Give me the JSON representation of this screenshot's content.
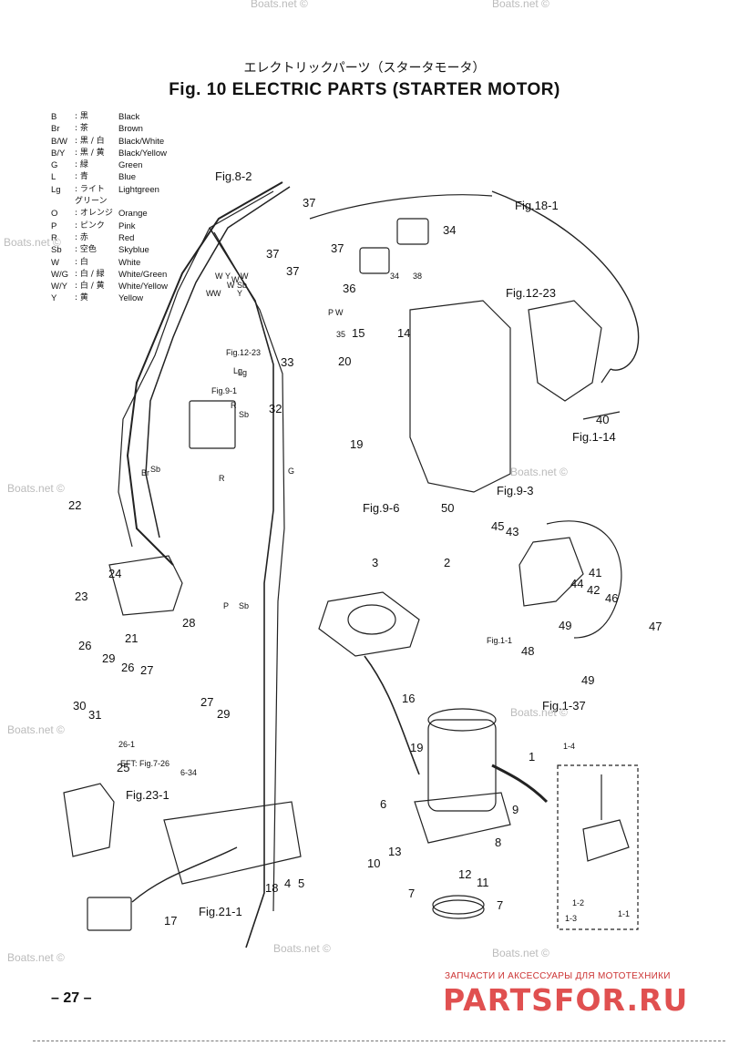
{
  "header": {
    "jp_title": "エレクトリックパーツ（スタータモータ）",
    "title": "Fig. 10    ELECTRIC PARTS   (STARTER MOTOR)"
  },
  "legend": [
    {
      "code": "B",
      "jp": ": 黒",
      "en": "Black"
    },
    {
      "code": "Br",
      "jp": ": 茶",
      "en": "Brown"
    },
    {
      "code": "B/W",
      "jp": ": 黒 / 白",
      "en": "Black/White"
    },
    {
      "code": "B/Y",
      "jp": ": 黒 / 黄",
      "en": "Black/Yellow"
    },
    {
      "code": "G",
      "jp": ": 緑",
      "en": "Green"
    },
    {
      "code": "L",
      "jp": ": 青",
      "en": "Blue"
    },
    {
      "code": "Lg",
      "jp": ": ライト",
      "en": "Lightgreen"
    },
    {
      "code": "",
      "jp": "グリーン",
      "en": ""
    },
    {
      "code": "O",
      "jp": ": オレンジ",
      "en": "Orange"
    },
    {
      "code": "P",
      "jp": ": ピンク",
      "en": "Pink"
    },
    {
      "code": "R",
      "jp": ": 赤",
      "en": "Red"
    },
    {
      "code": "Sb",
      "jp": ": 空色",
      "en": "Skyblue"
    },
    {
      "code": "W",
      "jp": ": 白",
      "en": "White"
    },
    {
      "code": "W/G",
      "jp": ": 白 / 緑",
      "en": "White/Green"
    },
    {
      "code": "W/Y",
      "jp": ": 白 / 黄",
      "en": "White/Yellow"
    },
    {
      "code": "Y",
      "jp": ": 黄",
      "en": "Yellow"
    }
  ],
  "callouts": {
    "fig_8_2": "Fig.8-2",
    "fig_18_1": "Fig.18-1",
    "fig_12_23": "Fig.12-23",
    "fig_12_23_small": "Fig.12-23",
    "fig_9_1": "Fig.9-1",
    "fig_9_6": "Fig.9-6",
    "fig_9_3": "Fig.9-3",
    "fig_1_14": "Fig.1-14",
    "fig_1_1": "Fig.1-1",
    "fig_1_37": "Fig.1-37",
    "fig_23_1": "Fig.23-1",
    "fig_21_1": "Fig.21-1",
    "eft": "EFT: Fig.7-26",
    "eft_sub": "6-34"
  },
  "parts": [
    "1",
    "2",
    "3",
    "4",
    "5",
    "6",
    "7",
    "7",
    "8",
    "9",
    "10",
    "11",
    "12",
    "13",
    "14",
    "15",
    "16",
    "17",
    "18",
    "19",
    "19",
    "20",
    "21",
    "22",
    "23",
    "24",
    "25",
    "26",
    "26",
    "26-1",
    "27",
    "27",
    "28",
    "29",
    "29",
    "30",
    "31",
    "32",
    "33",
    "34",
    "34",
    "35",
    "36",
    "37",
    "37",
    "37",
    "37",
    "38",
    "40",
    "41",
    "42",
    "43",
    "44",
    "45",
    "46",
    "47",
    "48",
    "49",
    "49",
    "50",
    "1-1",
    "1-2",
    "1-3",
    "1-4"
  ],
  "wire_tags": [
    "W",
    "W",
    "W",
    "Y",
    "W",
    "Sb",
    "W",
    "W",
    "Y",
    "Lg",
    "Sb",
    "R",
    "Br",
    "Sb",
    "G",
    "P",
    "W",
    "P",
    "Sb",
    "Lg",
    "R"
  ],
  "watermark": "Boats.net ©",
  "footer": {
    "page_number": "– 27 –",
    "promo_text": "ЗАПЧАСТИ И АКСЕССУАРЫ ДЛЯ МОТОТЕХНИКИ",
    "logo_text": "PARTSFOR.RU"
  }
}
